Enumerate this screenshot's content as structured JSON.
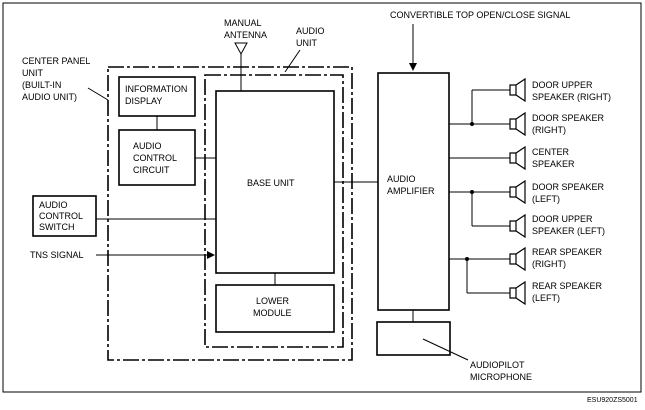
{
  "labels": {
    "convertible_top": "CONVERTIBLE TOP OPEN/CLOSE SIGNAL",
    "manual_antenna": [
      "MANUAL",
      "ANTENNA"
    ],
    "audio_unit": [
      "AUDIO",
      "UNIT"
    ],
    "center_panel_unit": [
      "CENTER PANEL",
      "UNIT",
      "(BUILT-IN",
      "AUDIO UNIT)"
    ],
    "information_display": [
      "INFORMATION",
      "DISPLAY"
    ],
    "audio_control_circuit": [
      "AUDIO",
      "CONTROL",
      "CIRCUIT"
    ],
    "base_unit": "BASE UNIT",
    "lower_module": [
      "LOWER",
      "MODULE"
    ],
    "audio_control_switch": [
      "AUDIO",
      "CONTROL",
      "SWITCH"
    ],
    "tns_signal": "TNS SIGNAL",
    "audio_amplifier": [
      "AUDIO",
      "AMPLIFIER"
    ],
    "audiopilot_microphone": [
      "AUDIOPILOT",
      "MICROPHONE"
    ],
    "figure_code": "ESU920ZS5001"
  },
  "speakers": [
    {
      "id": "door-upper-right",
      "label": [
        "DOOR UPPER",
        "SPEAKER (RIGHT)"
      ]
    },
    {
      "id": "door-right",
      "label": [
        "DOOR SPEAKER",
        "(RIGHT)"
      ]
    },
    {
      "id": "center",
      "label": [
        "CENTER",
        "SPEAKER"
      ]
    },
    {
      "id": "door-left",
      "label": [
        "DOOR SPEAKER",
        "(LEFT)"
      ]
    },
    {
      "id": "door-upper-left",
      "label": [
        "DOOR UPPER",
        "SPEAKER (LEFT)"
      ]
    },
    {
      "id": "rear-right",
      "label": [
        "REAR SPEAKER",
        "(RIGHT)"
      ]
    },
    {
      "id": "rear-left",
      "label": [
        "REAR SPEAKER",
        "(LEFT)"
      ]
    }
  ]
}
